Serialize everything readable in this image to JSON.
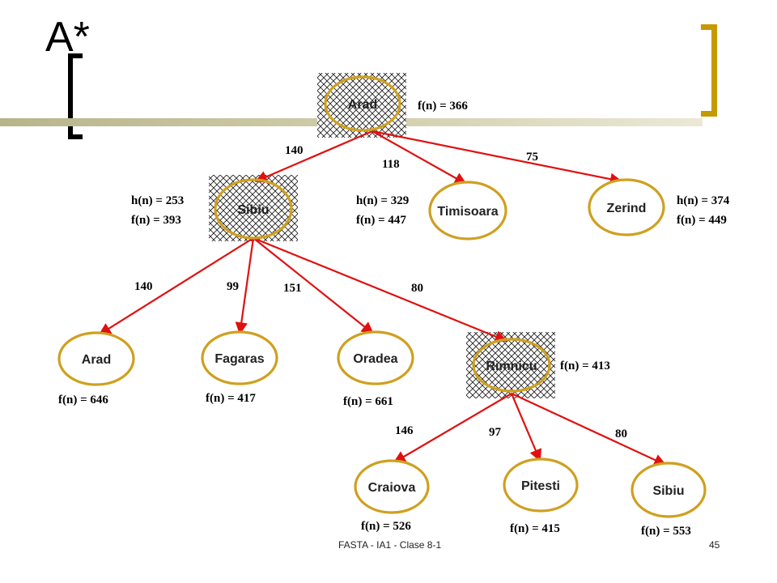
{
  "slide": {
    "title": "A*",
    "footer_text": "FASTA - IA1 - Clase 8-1",
    "page_number": "45",
    "colors": {
      "edge": "#e01010",
      "node_border": "#cfa020",
      "accent_bracket": "#c59a00"
    }
  },
  "tree": {
    "nodes": [
      {
        "id": "arad-root",
        "label": "Arad",
        "expanded": true,
        "eq": [
          "f(n) = 366"
        ]
      },
      {
        "id": "sibiu",
        "label": "Sibiu",
        "expanded": true,
        "eq": [
          "h(n) = 253",
          "f(n) = 393"
        ]
      },
      {
        "id": "timisoara",
        "label": "Timisoara",
        "expanded": false,
        "eq": [
          "h(n) = 329",
          "f(n) = 447"
        ]
      },
      {
        "id": "zerind",
        "label": "Zerind",
        "expanded": false,
        "eq": [
          "h(n) = 374",
          "f(n) = 449"
        ]
      },
      {
        "id": "arad-2",
        "label": "Arad",
        "expanded": false,
        "eq": [
          "f(n) = 646"
        ]
      },
      {
        "id": "fagaras",
        "label": "Fagaras",
        "expanded": false,
        "eq": [
          "f(n) = 417"
        ]
      },
      {
        "id": "oradea",
        "label": "Oradea",
        "expanded": false,
        "eq": [
          "f(n) = 661"
        ]
      },
      {
        "id": "rimnicu",
        "label": "Rimnicu",
        "expanded": true,
        "eq": [
          "f(n) = 413"
        ]
      },
      {
        "id": "craiova",
        "label": "Craiova",
        "expanded": false,
        "eq": [
          "f(n) = 526"
        ]
      },
      {
        "id": "pitesti",
        "label": "Pitesti",
        "expanded": false,
        "eq": [
          "f(n) = 415"
        ]
      },
      {
        "id": "sibiu-2",
        "label": "Sibiu",
        "expanded": false,
        "eq": [
          "f(n) = 553"
        ]
      }
    ],
    "edges": [
      {
        "from": "arad-root",
        "to": "sibiu",
        "cost": "140"
      },
      {
        "from": "arad-root",
        "to": "timisoara",
        "cost": "118"
      },
      {
        "from": "arad-root",
        "to": "zerind",
        "cost": "75"
      },
      {
        "from": "sibiu",
        "to": "arad-2",
        "cost": "140"
      },
      {
        "from": "sibiu",
        "to": "fagaras",
        "cost": "99"
      },
      {
        "from": "sibiu",
        "to": "oradea",
        "cost": "151"
      },
      {
        "from": "sibiu",
        "to": "rimnicu",
        "cost": "80"
      },
      {
        "from": "rimnicu",
        "to": "craiova",
        "cost": "146"
      },
      {
        "from": "rimnicu",
        "to": "pitesti",
        "cost": "97"
      },
      {
        "from": "rimnicu",
        "to": "sibiu-2",
        "cost": "80"
      }
    ]
  }
}
